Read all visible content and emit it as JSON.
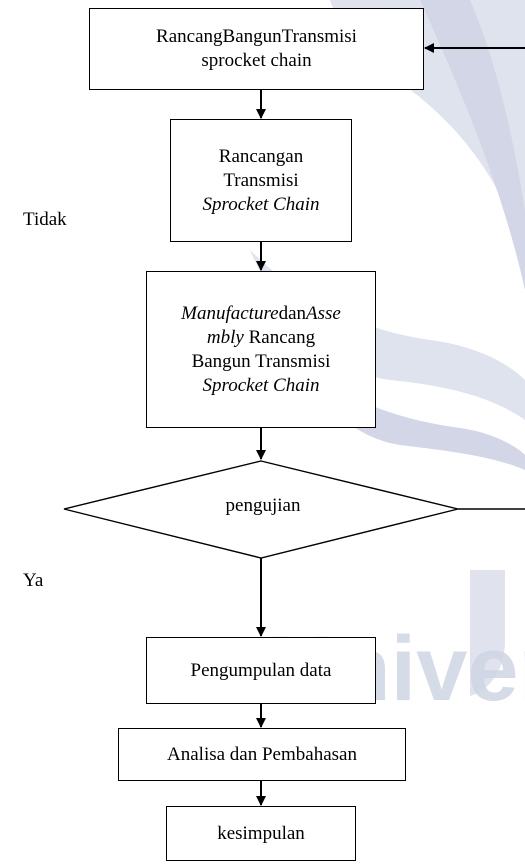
{
  "flowchart": {
    "box1": {
      "line1": "RancangBangunTransmisi",
      "line2": "sprocket chain"
    },
    "box2": {
      "line1": "Rancangan",
      "line2": "Transmisi",
      "line3": "Sprocket Chain"
    },
    "box3": {
      "line1_a": "Manufacture",
      "line1_b": "dan",
      "line1_c": "Asse",
      "line2_a": "mbly",
      "line2_b": " Rancang",
      "line3": "Bangun Transmisi",
      "line4": "Sprocket Chain"
    },
    "decision": "pengujian",
    "box4": "Pengumpulan data",
    "box5": "Analisa dan Pembahasan",
    "box6": "kesimpulan",
    "label_no": "Tidak",
    "label_yes": "Ya"
  },
  "watermark": {
    "text": "Universita",
    "color": "#c9cfe0"
  }
}
